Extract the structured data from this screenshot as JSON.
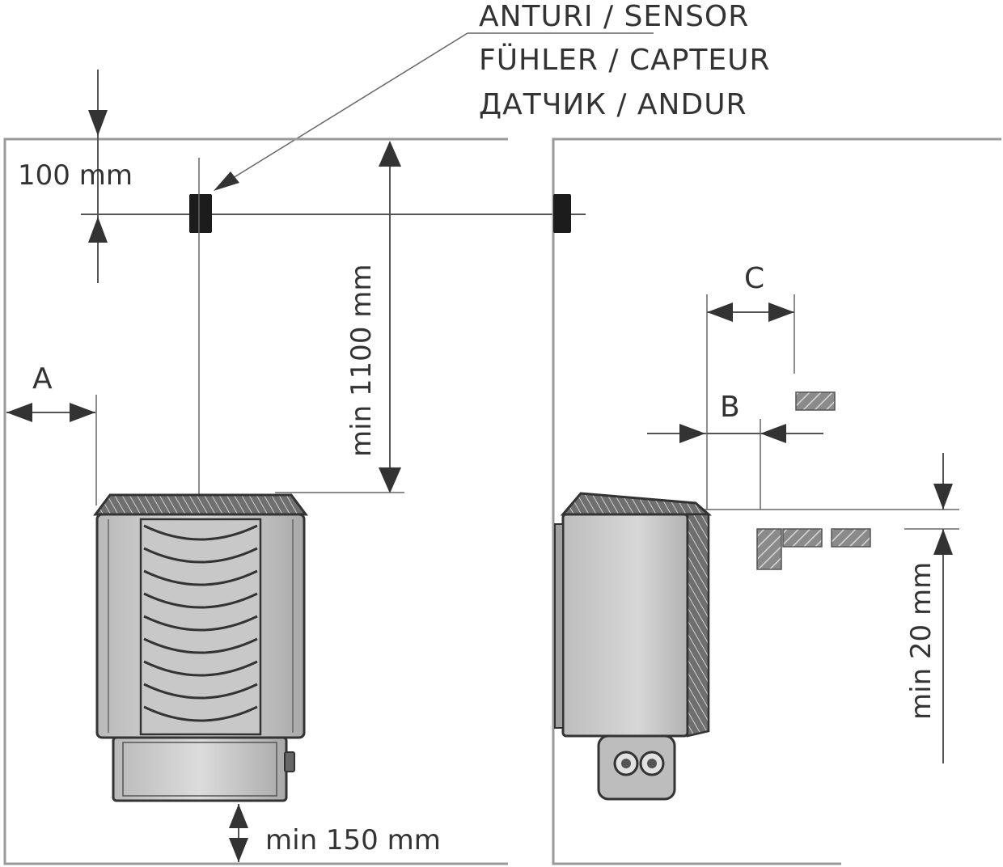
{
  "sensor_labels": {
    "line1": "ANTURI / SENSOR",
    "line2": "FÜHLER / CAPTEUR",
    "line3": "ДАТЧИК / ANDUR"
  },
  "dimensions": {
    "top_gap": "100 mm",
    "sensor_height": "min 1100 mm",
    "floor_gap": "min 150 mm",
    "ceiling_gap": "min 20 mm"
  },
  "clearances": {
    "a": "A",
    "b": "B",
    "c": "C"
  }
}
